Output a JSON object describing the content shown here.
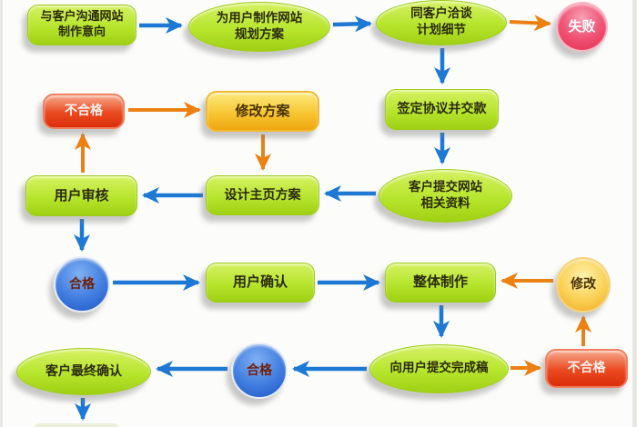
{
  "colors": {
    "node_green": "#b6e52d",
    "node_red": "#ea4a20",
    "node_yellow": "#f7c633",
    "node_blue_circle": "#3f7cdf",
    "node_crimson_circle": "#f05577",
    "node_orange_circle": "#fad054",
    "arrow_blue": "#1d79d4",
    "arrow_orange": "#ec8113"
  },
  "nodes": {
    "communicate_intent": {
      "label": "与客户沟通网站\n制作意向"
    },
    "plan_scheme": {
      "label": "为用户制作网站\n规划方案"
    },
    "negotiate_details": {
      "label": "同客户洽谈\n计划细节"
    },
    "fail": {
      "label": "失败"
    },
    "unqualified_1": {
      "label": "不合格"
    },
    "revise_scheme": {
      "label": "修改方案"
    },
    "sign_agreement": {
      "label": "签定协议并交款"
    },
    "user_review": {
      "label": "用户审核"
    },
    "design_homepage": {
      "label": "设计主页方案"
    },
    "submit_materials": {
      "label": "客户提交网站\n相关资料"
    },
    "qualified_1": {
      "label": "合格"
    },
    "user_confirm": {
      "label": "用户确认"
    },
    "overall_production": {
      "label": "整体制作"
    },
    "revise": {
      "label": "修改"
    },
    "final_confirm": {
      "label": "客户最终确认"
    },
    "qualified_2": {
      "label": "合格"
    },
    "submit_final_draft": {
      "label": "向用户提交完成稿"
    },
    "unqualified_2": {
      "label": "不合格"
    }
  }
}
